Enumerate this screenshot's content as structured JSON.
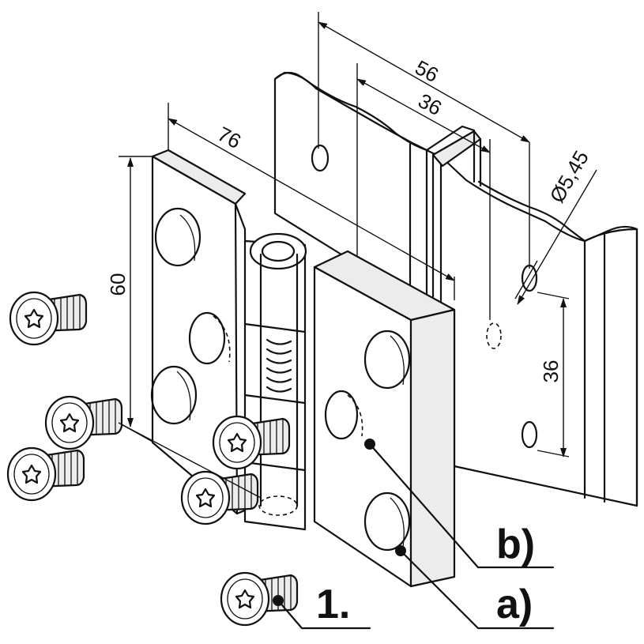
{
  "dimensions": {
    "d56": "56",
    "d36_top": "36",
    "d76": "76",
    "d60": "60",
    "d36_side": "36",
    "hole_dia": "Ø5,45"
  },
  "callouts": {
    "one": "1.",
    "a": "a)",
    "b": "b)"
  },
  "icons": {
    "screw": "countersunk-torx-screw-icon",
    "spring": "spring-icon",
    "hinge_pin": "hinge-pin-icon"
  }
}
